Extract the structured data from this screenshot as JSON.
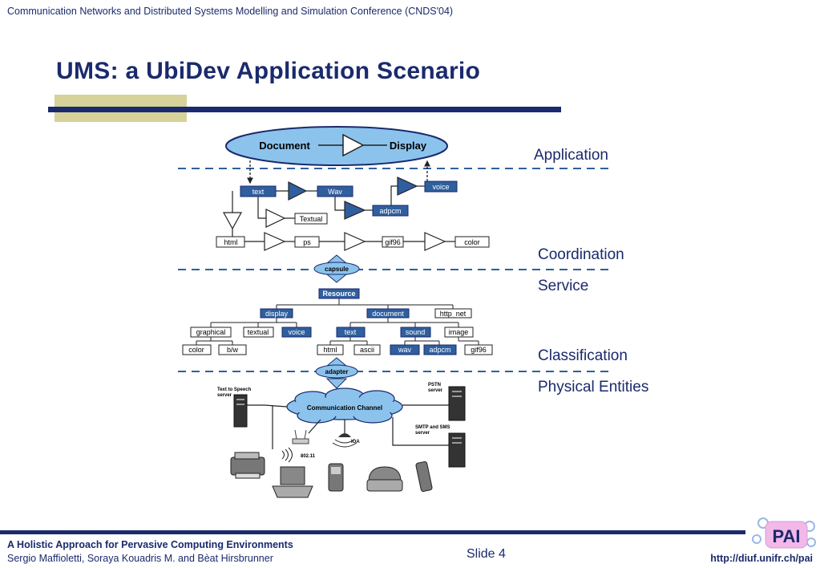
{
  "header": {
    "conference": "Communication Networks and Distributed Systems Modelling and Simulation Conference (CNDS'04)",
    "title": "UMS: a UbiDev Application Scenario"
  },
  "layers": {
    "application": "Application",
    "coordination": "Coordination",
    "service": "Service",
    "classification": "Classification",
    "physical_entities": "Physical Entities"
  },
  "diagram": {
    "ellipse": {
      "left": "Document",
      "right": "Display"
    },
    "app_boxes": {
      "text": "text",
      "wav": "Wav",
      "voice": "voice",
      "adpcm": "adpcm",
      "textual": "Textual",
      "html": "html",
      "ps": "ps",
      "gif96": "gif96",
      "color": "color"
    },
    "coordination_node": "capsule",
    "tree": {
      "root": "Resource",
      "display": "display",
      "document": "document",
      "http_net": "http_net",
      "graphical": "graphical",
      "textual": "textual",
      "voice": "voice",
      "text": "text",
      "sound": "sound",
      "image": "image",
      "color": "color",
      "bw": "b/w",
      "html": "html",
      "ascii": "ascii",
      "wav": "wav",
      "adpcm": "adpcm",
      "gif96": "gif96"
    },
    "adapter_node": "adapter",
    "network": {
      "channel": "Communication Channel",
      "tts_server": "Text to Speech server",
      "pstn_server": "PSTN server",
      "smtp_server": "SMTP and SMS server",
      "wifi": "802.11",
      "ioa": "IOA"
    }
  },
  "colors": {
    "navy": "#1a2a6c",
    "accent_blue": "#2f5f9e",
    "olive": "#d6d29a"
  },
  "footer": {
    "title": "A Holistic Approach for Pervasive Computing Environments",
    "authors": "Sergio Maffioletti, Soraya Kouadris M. and Bèat Hirsbrunner",
    "slide": "Slide 4",
    "url": "http://diuf.unifr.ch/pai",
    "logo_text": "PAI"
  }
}
